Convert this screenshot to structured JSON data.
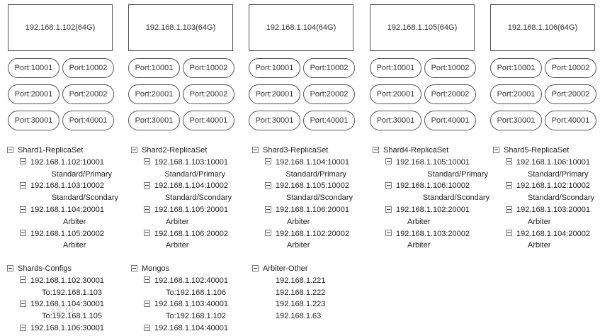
{
  "hosts": [
    {
      "label": "192.168.1.102(64G)",
      "ports": [
        "Port:10001",
        "Port:10002",
        "Port:20001",
        "Port:20002",
        "Port:30001",
        "Port:40001"
      ],
      "replica_set": {
        "title": "Shard1-ReplicaSet",
        "members": [
          {
            "addr": "192.168.1.102:10001",
            "role": "Standard/Primary"
          },
          {
            "addr": "192.168.1.103:10002",
            "role": "Standard/Scondary"
          },
          {
            "addr": "192.168.1.104:20001",
            "role": "Arbiter"
          },
          {
            "addr": "192.168.1.105:20002",
            "role": "Arbiter"
          }
        ]
      }
    },
    {
      "label": "192.168.1.103(64G)",
      "ports": [
        "Port:10001",
        "Port:10002",
        "Port:20001",
        "Port:20002",
        "Port:30001",
        "Port:40001"
      ],
      "replica_set": {
        "title": "Shard2-ReplicaSet",
        "members": [
          {
            "addr": "192.168.1.103:10001",
            "role": "Standard/Primary"
          },
          {
            "addr": "192.168.1.104:10002",
            "role": "Standard/Scondary"
          },
          {
            "addr": "192.168.1.105:20001",
            "role": "Arbiter"
          },
          {
            "addr": "192.168.1.106:20002",
            "role": "Arbiter"
          }
        ]
      }
    },
    {
      "label": "192.168.1.104(64G)",
      "ports": [
        "Port:10001",
        "Port:10002",
        "Port:20001",
        "Port:20002",
        "Port:30001",
        "Port:40001"
      ],
      "replica_set": {
        "title": "Shard3-ReplicaSet",
        "members": [
          {
            "addr": "192.168.1.104:10001",
            "role": "Standard/Primary"
          },
          {
            "addr": "192.168.1.105:10002",
            "role": "Standard/Scondary"
          },
          {
            "addr": "192.168.1.106:20001",
            "role": "Arbiter"
          },
          {
            "addr": "192.168.1.102:20002",
            "role": "Arbiter"
          }
        ]
      }
    },
    {
      "label": "192.168.1.105(64G)",
      "ports": [
        "Port:10001",
        "Port:10002",
        "Port:20001",
        "Port:20002",
        "Port:30001",
        "Port:40001"
      ],
      "replica_set": {
        "title": "Shard4-ReplicaSet",
        "members": [
          {
            "addr": "192.168.1.105:10001",
            "role": "Standard/Primary"
          },
          {
            "addr": "192.168.1.106:10002",
            "role": "Standard/Scondary"
          },
          {
            "addr": "192.168.1.102:20001",
            "role": "Arbiter"
          },
          {
            "addr": "192.168.1.103:20002",
            "role": "Arbiter"
          }
        ]
      }
    },
    {
      "label": "192.168.1.106(64G)",
      "ports": [
        "Port:10001",
        "Port:10002",
        "Port:20001",
        "Port:20002",
        "Port:30001",
        "Port:40001"
      ],
      "replica_set": {
        "title": "Shard5-ReplicaSet",
        "members": [
          {
            "addr": "192.168.1.106:10001",
            "role": "Standard/Primary"
          },
          {
            "addr": "192.168.1.102:10002",
            "role": "Standard/Scondary"
          },
          {
            "addr": "192.168.1.103:20001",
            "role": "Arbiter"
          },
          {
            "addr": "192.168.1.104:20002",
            "role": "Arbiter"
          }
        ]
      }
    }
  ],
  "configs": {
    "title": "Shards-Configs",
    "members": [
      {
        "addr": "192.168.1.102:30001",
        "role": "To:192.168.1.103"
      },
      {
        "addr": "192.168.1.104:30001",
        "role": "To:192.168.1.105"
      },
      {
        "addr": "192.168.1.106:30001",
        "role": ""
      }
    ]
  },
  "mongos": {
    "title": "Mongos",
    "members": [
      {
        "addr": "192.168.1.102:40001",
        "role": "To:192.168.1.106"
      },
      {
        "addr": "192.168.1.103:40001",
        "role": "To:192.168.1.102"
      },
      {
        "addr": "192.168.1.104:40001",
        "role": ""
      }
    ]
  },
  "arbiter_other": {
    "title": "Arbiter-Other",
    "items": [
      "192.168.1.221",
      "192.168.1.222",
      "192.168.1.223",
      "192.168.1.63"
    ]
  },
  "watermark": "51CTO"
}
